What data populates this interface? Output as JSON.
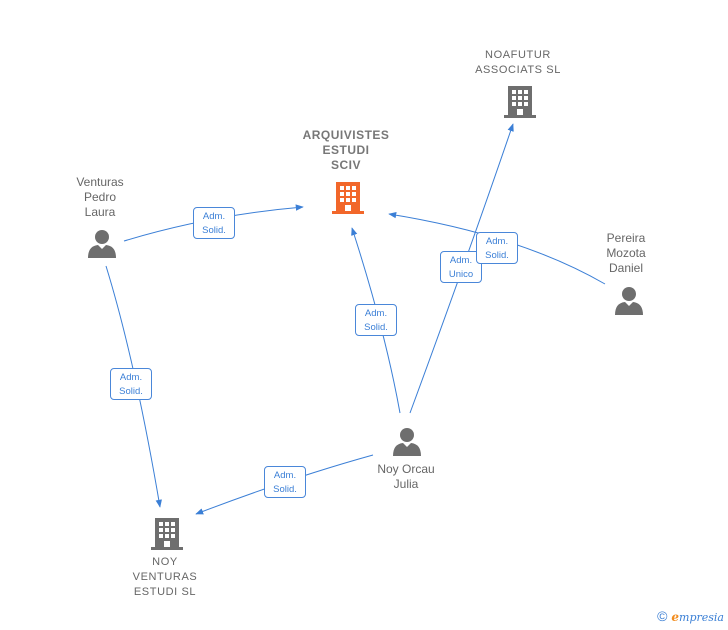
{
  "colors": {
    "edge": "#3b7fd6",
    "person": "#6e6e6e",
    "company": "#6e6e6e",
    "main_company": "#f2672a"
  },
  "nodes": {
    "arquivistes": {
      "label": "ARQUIVISTES\nESTUDI\nSCIV",
      "icon": "building-icon"
    },
    "noafutur": {
      "label": "NOAFUTUR\nASSOCIATS  SL",
      "icon": "building-icon"
    },
    "venturas": {
      "label": "Venturas\nPedro\nLaura",
      "icon": "person-icon"
    },
    "pereira": {
      "label": "Pereira\nMozota\nDaniel",
      "icon": "person-icon"
    },
    "noy_orcau": {
      "label": "Noy Orcau\nJulia",
      "icon": "person-icon"
    },
    "noy_venturas": {
      "label": "NOY\nVENTURAS\nESTUDI  SL",
      "icon": "building-icon"
    }
  },
  "edges": [
    {
      "from": "venturas",
      "to": "arquivistes",
      "role1": "Adm.",
      "role2": "Solid."
    },
    {
      "from": "venturas",
      "to": "noy_venturas",
      "role1": "Adm.",
      "role2": "Solid."
    },
    {
      "from": "noy_orcau",
      "to": "arquivistes",
      "role1": "Adm.",
      "role2": "Solid."
    },
    {
      "from": "noy_orcau",
      "to": "noafutur",
      "role1": "Adm.",
      "role2": "Unico"
    },
    {
      "from": "pereira",
      "to": "arquivistes",
      "role1": "Adm.",
      "role2": "Solid."
    },
    {
      "from": "noy_orcau",
      "to": "noy_venturas",
      "role1": "Adm.",
      "role2": "Solid."
    }
  ],
  "brand": {
    "copyright": "©",
    "e": "e",
    "rest": "mpresia"
  }
}
